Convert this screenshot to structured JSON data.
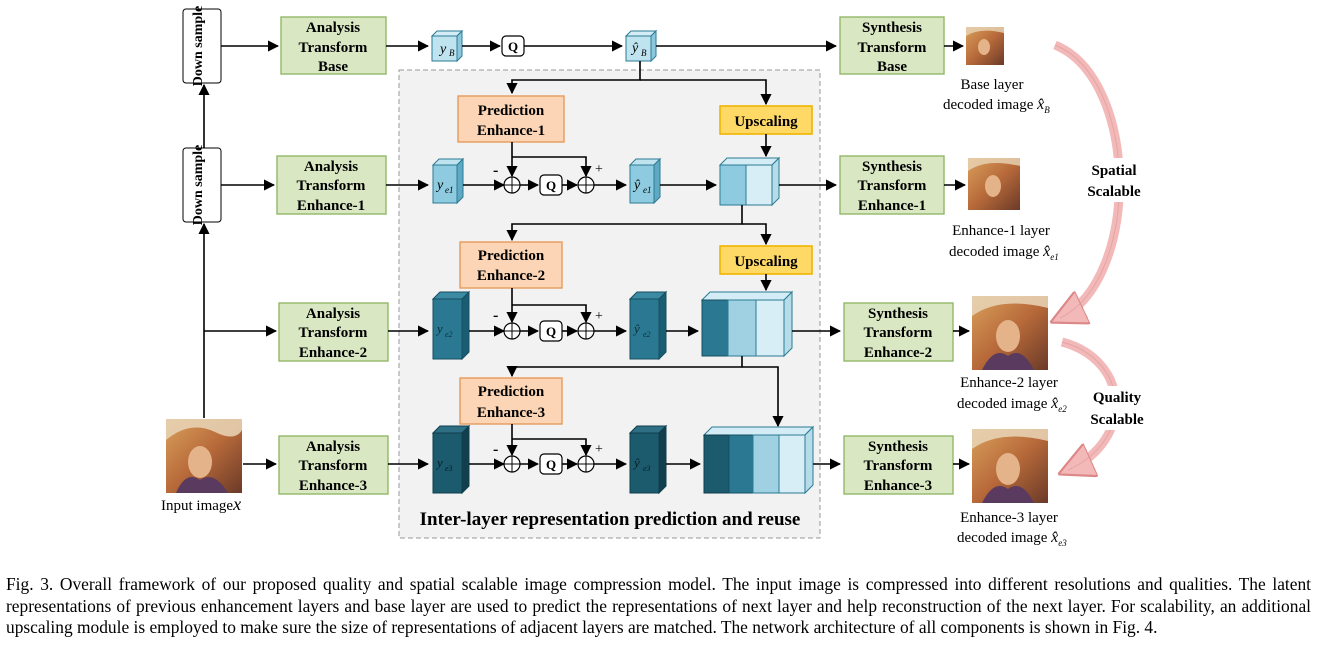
{
  "diagram": {
    "down_sample_1": "Down sample",
    "down_sample_2": "Down sample",
    "input_label": "Input image",
    "input_var": "x",
    "q_label": "Q",
    "minus": "-",
    "plus": "+",
    "upscaling_1": "Upscaling",
    "upscaling_2": "Upscaling",
    "analysis": [
      [
        "Analysis",
        "Transform",
        "Base"
      ],
      [
        "Analysis",
        "Transform",
        "Enhance-1"
      ],
      [
        "Analysis",
        "Transform",
        "Enhance-2"
      ],
      [
        "Analysis",
        "Transform",
        "Enhance-3"
      ]
    ],
    "synthesis": [
      [
        "Synthesis",
        "Transform",
        "Base"
      ],
      [
        "Synthesis",
        "Transform",
        "Enhance-1"
      ],
      [
        "Synthesis",
        "Transform",
        "Enhance-2"
      ],
      [
        "Synthesis",
        "Transform",
        "Enhance-3"
      ]
    ],
    "prediction": [
      [
        "Prediction",
        "Enhance-1"
      ],
      [
        "Prediction",
        "Enhance-2"
      ],
      [
        "Prediction",
        "Enhance-3"
      ]
    ],
    "latent": {
      "y_b": "y",
      "y_b_sub": "B",
      "y_e1": "y",
      "y_e1_sub": "e1",
      "y_e2": "y",
      "y_e2_sub": "e2",
      "y_e3": "y",
      "y_e3_sub": "e3",
      "yhat_b": "ŷ",
      "yhat_b_sub": "B",
      "yhat_e1": "ŷ",
      "yhat_e1_sub": "e1",
      "yhat_e2": "ŷ",
      "yhat_e2_sub": "e2",
      "yhat_e3": "ŷ",
      "yhat_e3_sub": "e3"
    },
    "decoded": [
      {
        "line1": "Base layer",
        "line2": "decoded image ",
        "var": "x̂",
        "sub": "B"
      },
      {
        "line1": "Enhance-1 layer",
        "line2": "decoded image ",
        "var": "x̂",
        "sub": "e1"
      },
      {
        "line1": "Enhance-2 layer",
        "line2": "decoded image ",
        "var": "x̂",
        "sub": "e2"
      },
      {
        "line1": "Enhance-3 layer",
        "line2": "decoded image ",
        "var": "x̂",
        "sub": "e3"
      }
    ],
    "spatial_1": "Spatial",
    "spatial_2": "Scalable",
    "quality_1": "Quality",
    "quality_2": "Scalable",
    "panel_title": "Inter-layer representation prediction and reuse"
  },
  "caption": "Fig. 3.   Overall framework of our proposed quality and spatial scalable image compression model. The input image is compressed into different resolutions and qualities. The latent representations of previous enhancement layers and base layer are used to predict the representations of next layer and help reconstruction of the next layer. For scalability, an additional upscaling module is employed to make sure the size of representations of adjacent layers are matched. The network architecture of all components is shown in Fig. 4.",
  "colors": {
    "green_fill": "#d9e7c3",
    "green_stroke": "#92b86a",
    "orange_fill": "#fbd5b5",
    "orange_stroke": "#e69b5c",
    "yellow_fill": "#ffd966",
    "yellow_stroke": "#f0b400",
    "cube_light": "#a8d8ea",
    "cube_mid": "#5fb0cc",
    "cube_dark": "#1f6f86",
    "panel_fill": "#f2f2f2",
    "arrow_pink": "#f3b8b8"
  }
}
